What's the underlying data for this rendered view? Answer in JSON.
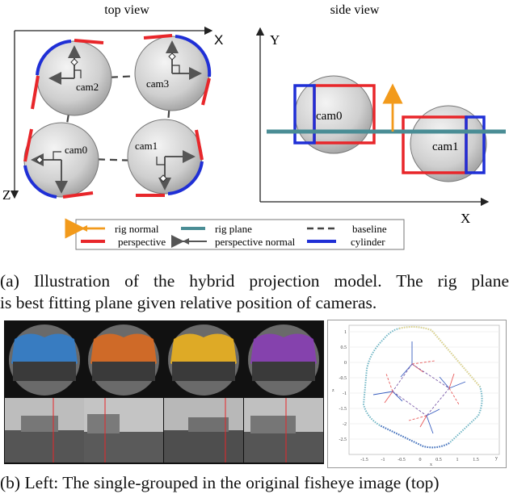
{
  "figure_a": {
    "top_view": {
      "title": "top view",
      "axis_x": "X",
      "axis_z": "Z",
      "cameras": [
        "cam0",
        "cam1",
        "cam2",
        "cam3"
      ]
    },
    "side_view": {
      "title": "side view",
      "axis_y": "Y",
      "axis_x": "X",
      "cameras": [
        "cam0",
        "cam1"
      ]
    },
    "legend": {
      "rig_normal": "rig normal",
      "rig_plane": "rig plane",
      "baseline": "baseline",
      "perspective": "perspective",
      "perspective_normal": "perspective normal",
      "cylinder": "cylinder"
    },
    "colors": {
      "perspective": "#e8262a",
      "cylinder": "#1f2fd6",
      "rig_plane": "#4a8d95",
      "rig_normal": "#f29a1b",
      "arrow": "#555555",
      "sphere": "#cfcfcf"
    },
    "caption_line1": "(a) Illustration of the hybrid projection model. The rig plane",
    "caption_line2": "is best fitting plane given relative position of cameras."
  },
  "figure_b": {
    "fisheye_tints": [
      "#2f7fd0",
      "#e06a1c",
      "#f2b51a",
      "#8a3bb8"
    ],
    "plot": {
      "y_ticks": [
        "1",
        "0.5",
        "0",
        "-0.5",
        "-1",
        "-1.5",
        "-2",
        "-2.5"
      ],
      "x_ticks": [
        "-1.5",
        "-1",
        "-0.5",
        "0",
        "0.5",
        "1",
        "1.5"
      ],
      "xlabel": "x",
      "ylabel": "z",
      "corner_label": "y"
    },
    "caption_partial": "(b) Left: The single-grouped in the original fisheye image (top)"
  }
}
